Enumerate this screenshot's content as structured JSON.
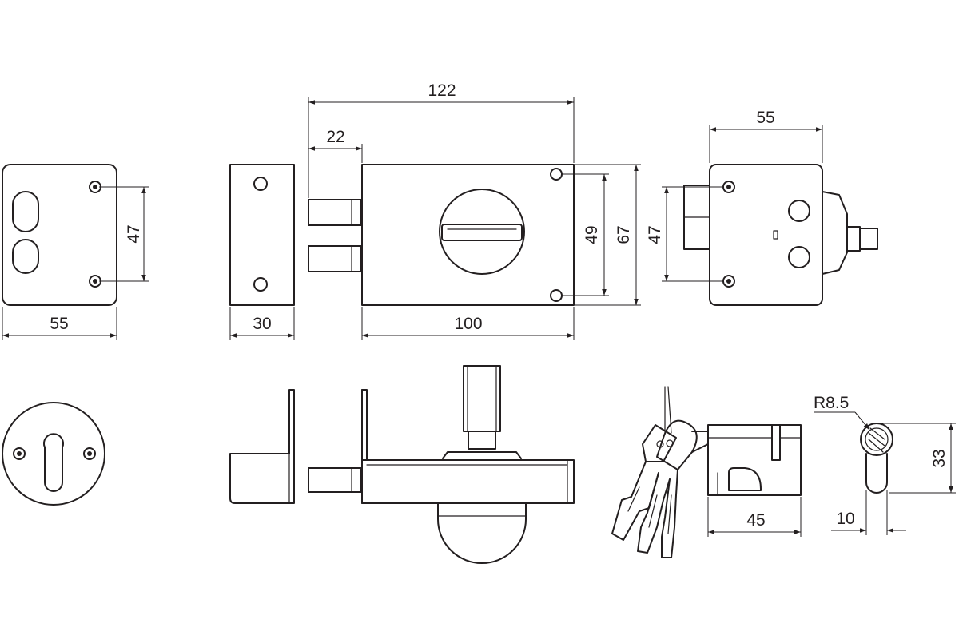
{
  "dimensions": {
    "escutcheon_width": "55",
    "escutcheon_hole_spacing": "47",
    "keeper_width": "30",
    "lock_overall_length": "122",
    "bolt_throw": "22",
    "lock_body_length": "100",
    "lock_hole_spacing": "49",
    "lock_height": "67",
    "back_hole_spacing": "47",
    "back_width": "55",
    "cylinder_length": "45",
    "cam_radius": "R8.5",
    "cylinder_profile_width": "10",
    "cylinder_profile_height": "33"
  },
  "colors": {
    "line": "#231f20",
    "background": "#ffffff"
  }
}
